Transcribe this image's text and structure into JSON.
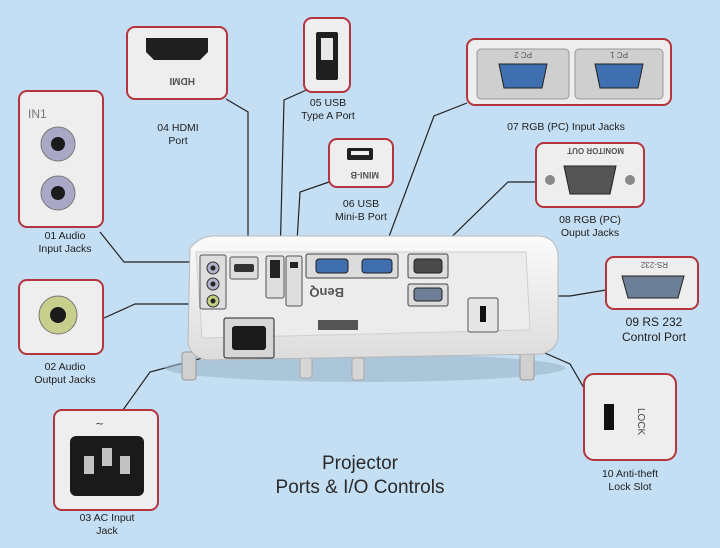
{
  "title": {
    "line1": "Projector",
    "line2": "Ports & I/O Controls"
  },
  "brand": "BenQ",
  "callouts": {
    "audio_in": {
      "line1": "01 Audio",
      "line2": "Input Jacks",
      "port_text": "IN1"
    },
    "audio_out": {
      "line1": "02 Audio",
      "line2": "Output Jacks"
    },
    "ac_input": {
      "line1": "03 AC Input",
      "line2": "Jack"
    },
    "hdmi": {
      "line1": "04 HDMI",
      "line2": "Port",
      "port_text": "HDMI"
    },
    "usb_a": {
      "line1": "05 USB",
      "line2": "Type A Port"
    },
    "usb_minib": {
      "line1": "06  USB",
      "line2": "Mini-B Port",
      "port_text": "MINI-B"
    },
    "rgb_in": {
      "line1": "07 RGB (PC) Input Jacks",
      "port_text_1": "PC 2",
      "port_text_2": "PC 1"
    },
    "rgb_out": {
      "line1": "08 RGB (PC)",
      "line2": "Ouput Jacks",
      "port_text": "MONITOR OUT"
    },
    "rs232": {
      "line1": "09 RS 232",
      "line2": "Control Port",
      "port_text": "RS-232"
    },
    "lock": {
      "line1": "10 Anti-theft",
      "line2": "Lock Slot",
      "port_text": "LOCK"
    }
  },
  "colors": {
    "background": "#c4dff4",
    "callout_border": "#b5353f",
    "projector_body": "#f3f3f3",
    "vga_blue": "#3f6fae"
  }
}
